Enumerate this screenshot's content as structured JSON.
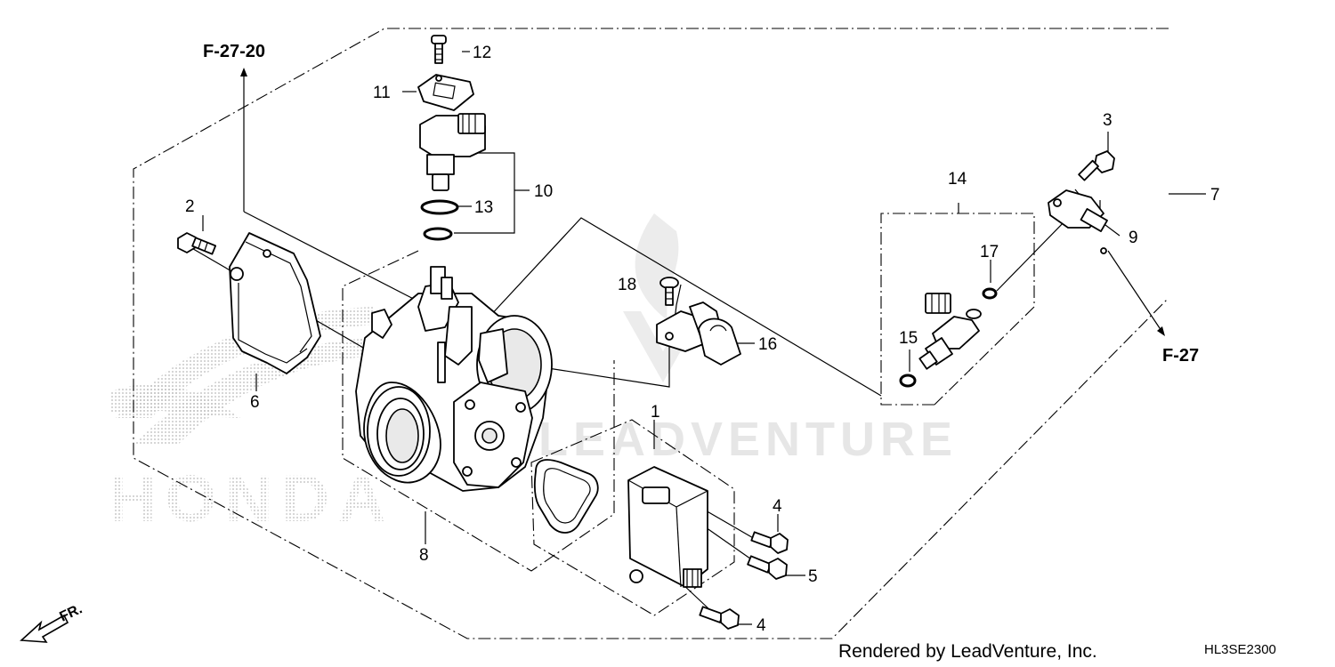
{
  "watermark": {
    "brand": "HONDA",
    "publisher": "LEADVENTURE"
  },
  "references": {
    "upper_left": "F-27-20",
    "right": "F-27"
  },
  "callouts": [
    "1",
    "2",
    "3",
    "4",
    "4",
    "5",
    "6",
    "7",
    "8",
    "9",
    "10",
    "11",
    "12",
    "13",
    "14",
    "15",
    "16",
    "17",
    "18"
  ],
  "direction_label": "FR.",
  "credit": "Rendered by LeadVenture, Inc.",
  "diagram_code": "HL3SE2300",
  "colors": {
    "line": "#000000",
    "watermark": "#e6e6e6"
  }
}
